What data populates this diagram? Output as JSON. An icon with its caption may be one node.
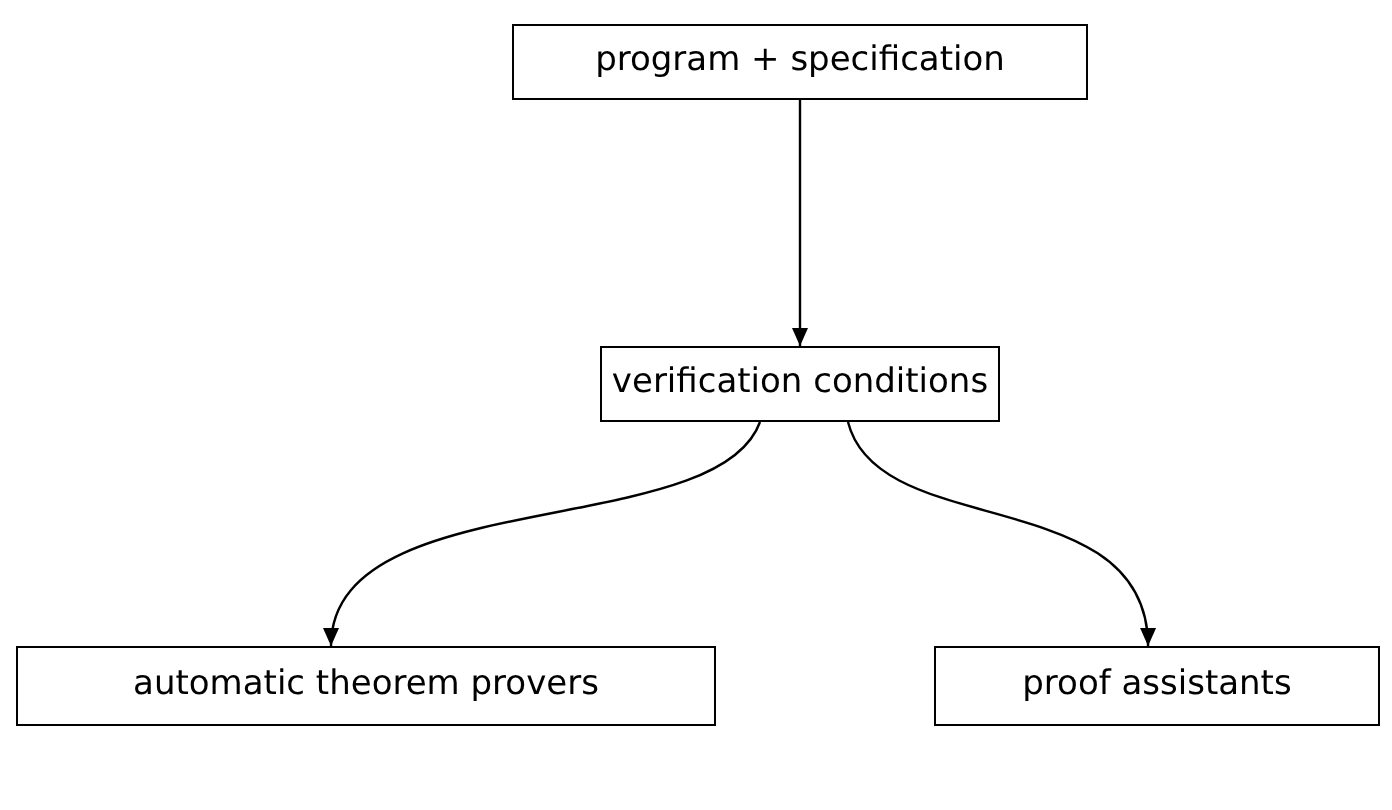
{
  "diagram": {
    "nodes": [
      {
        "text": [
          "program + specification"
        ]
      },
      {
        "text": [
          "verification conditions"
        ]
      },
      {
        "text": [
          "automatic theorem provers"
        ]
      },
      {
        "text": [
          "proof assistants"
        ]
      }
    ],
    "edges": [
      {
        "from": 0,
        "to": 1,
        "arrow": "to"
      },
      {
        "from": 1,
        "to": 2,
        "arrow": "to"
      },
      {
        "from": 1,
        "to": 3,
        "arrow": "to"
      }
    ]
  }
}
